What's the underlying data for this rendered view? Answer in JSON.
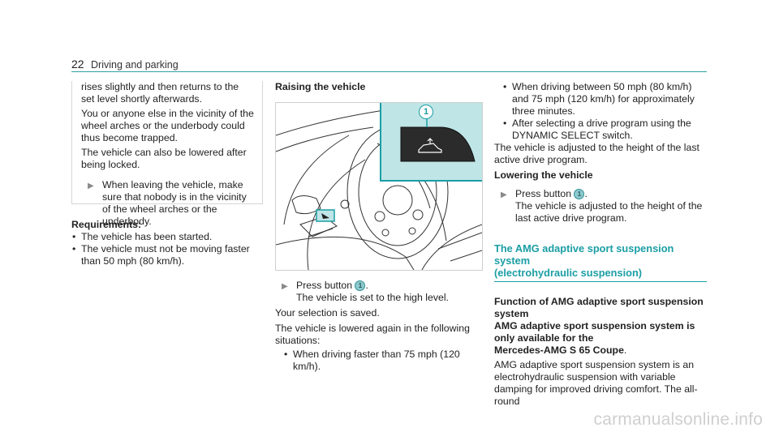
{
  "header": {
    "page_number": "22",
    "section": "Driving and parking"
  },
  "col1": {
    "p1": "rises slightly and then returns to the set level shortly afterwards.",
    "p2": "You or anyone else in the vicinity of the wheel arches or the underbody could thus become trapped.",
    "p3": "The vehicle can also be lowered after being locked.",
    "step1": "When leaving the vehicle, make sure that nobody is in the vicinity of the wheel arches or the underbody.",
    "req_heading": "Requirements:",
    "req_items": [
      "The vehicle has been started.",
      "The vehicle must not be moving faster than 50 mph (80 km/h)."
    ]
  },
  "col2": {
    "heading": "Raising the vehicle",
    "callout": "1",
    "step_press": "Press button",
    "step_press_end": ".",
    "step_result": "The vehicle is set to the high level.",
    "p_saved": "Your selection is saved.",
    "p_lowered": "The vehicle is lowered again in the following situations:",
    "bullet1": "When driving faster than 75 mph (120 km/h)."
  },
  "col3": {
    "bullet1": "When driving between 50 mph (80 km/h) and 75 mph (120 km/h) for approximately three minutes.",
    "bullet2": "After selecting a drive program using the DYNAMIC SELECT switch.",
    "p_adjust": "The vehicle is adjusted to the height of the last active drive program.",
    "heading_lower": "Lowering the vehicle",
    "step_press": "Press button",
    "step_press_end": ".",
    "step_result": "The vehicle is adjusted to the height of the last active drive program.",
    "section_title_1": "The AMG adaptive sport suspension system",
    "section_title_2": "(electrohydraulic suspension)",
    "func_heading_1": "Function of AMG adaptive sport suspension",
    "func_heading_2": "system",
    "func_avail_1": "AMG adaptive sport suspension system is",
    "func_avail_2": "only available for the",
    "func_avail_3": "Mercedes-AMG S 65 Coupe",
    "func_avail_3_end": ".",
    "func_body": "AMG adaptive sport suspension system is an electrohydraulic suspension with variable damping for improved driving comfort. The all-round"
  },
  "watermark": "carmanualsonline.info",
  "colors": {
    "accent": "#1b9ea4",
    "inset_bg": "#bfe5e7"
  }
}
